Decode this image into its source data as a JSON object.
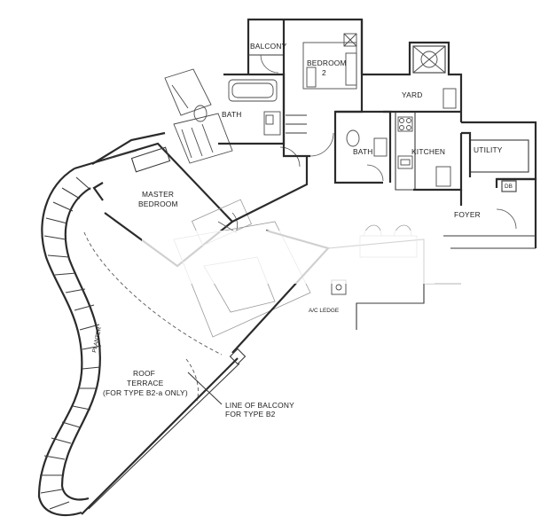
{
  "rooms": {
    "balcony": "BALCONY",
    "bedroom2_line1": "BEDROOM",
    "bedroom2_line2": "2",
    "yard": "YARD",
    "bath_master": "BATH",
    "bath_common": "BATH",
    "kitchen": "KITCHEN",
    "utility": "UTILITY",
    "db": "DB",
    "master_line1": "MASTER",
    "master_line2": "BEDROOM",
    "foyer": "FOYER",
    "ac_ledge": "A/C LEDGE",
    "planter": "PLANTER",
    "roof_line1": "ROOF",
    "roof_line2": "TERRACE",
    "roof_line3": "(FOR TYPE B2-a ONLY)"
  },
  "notes": {
    "balcony_line1": "LINE OF BALCONY",
    "balcony_line2": "FOR TYPE B2"
  }
}
